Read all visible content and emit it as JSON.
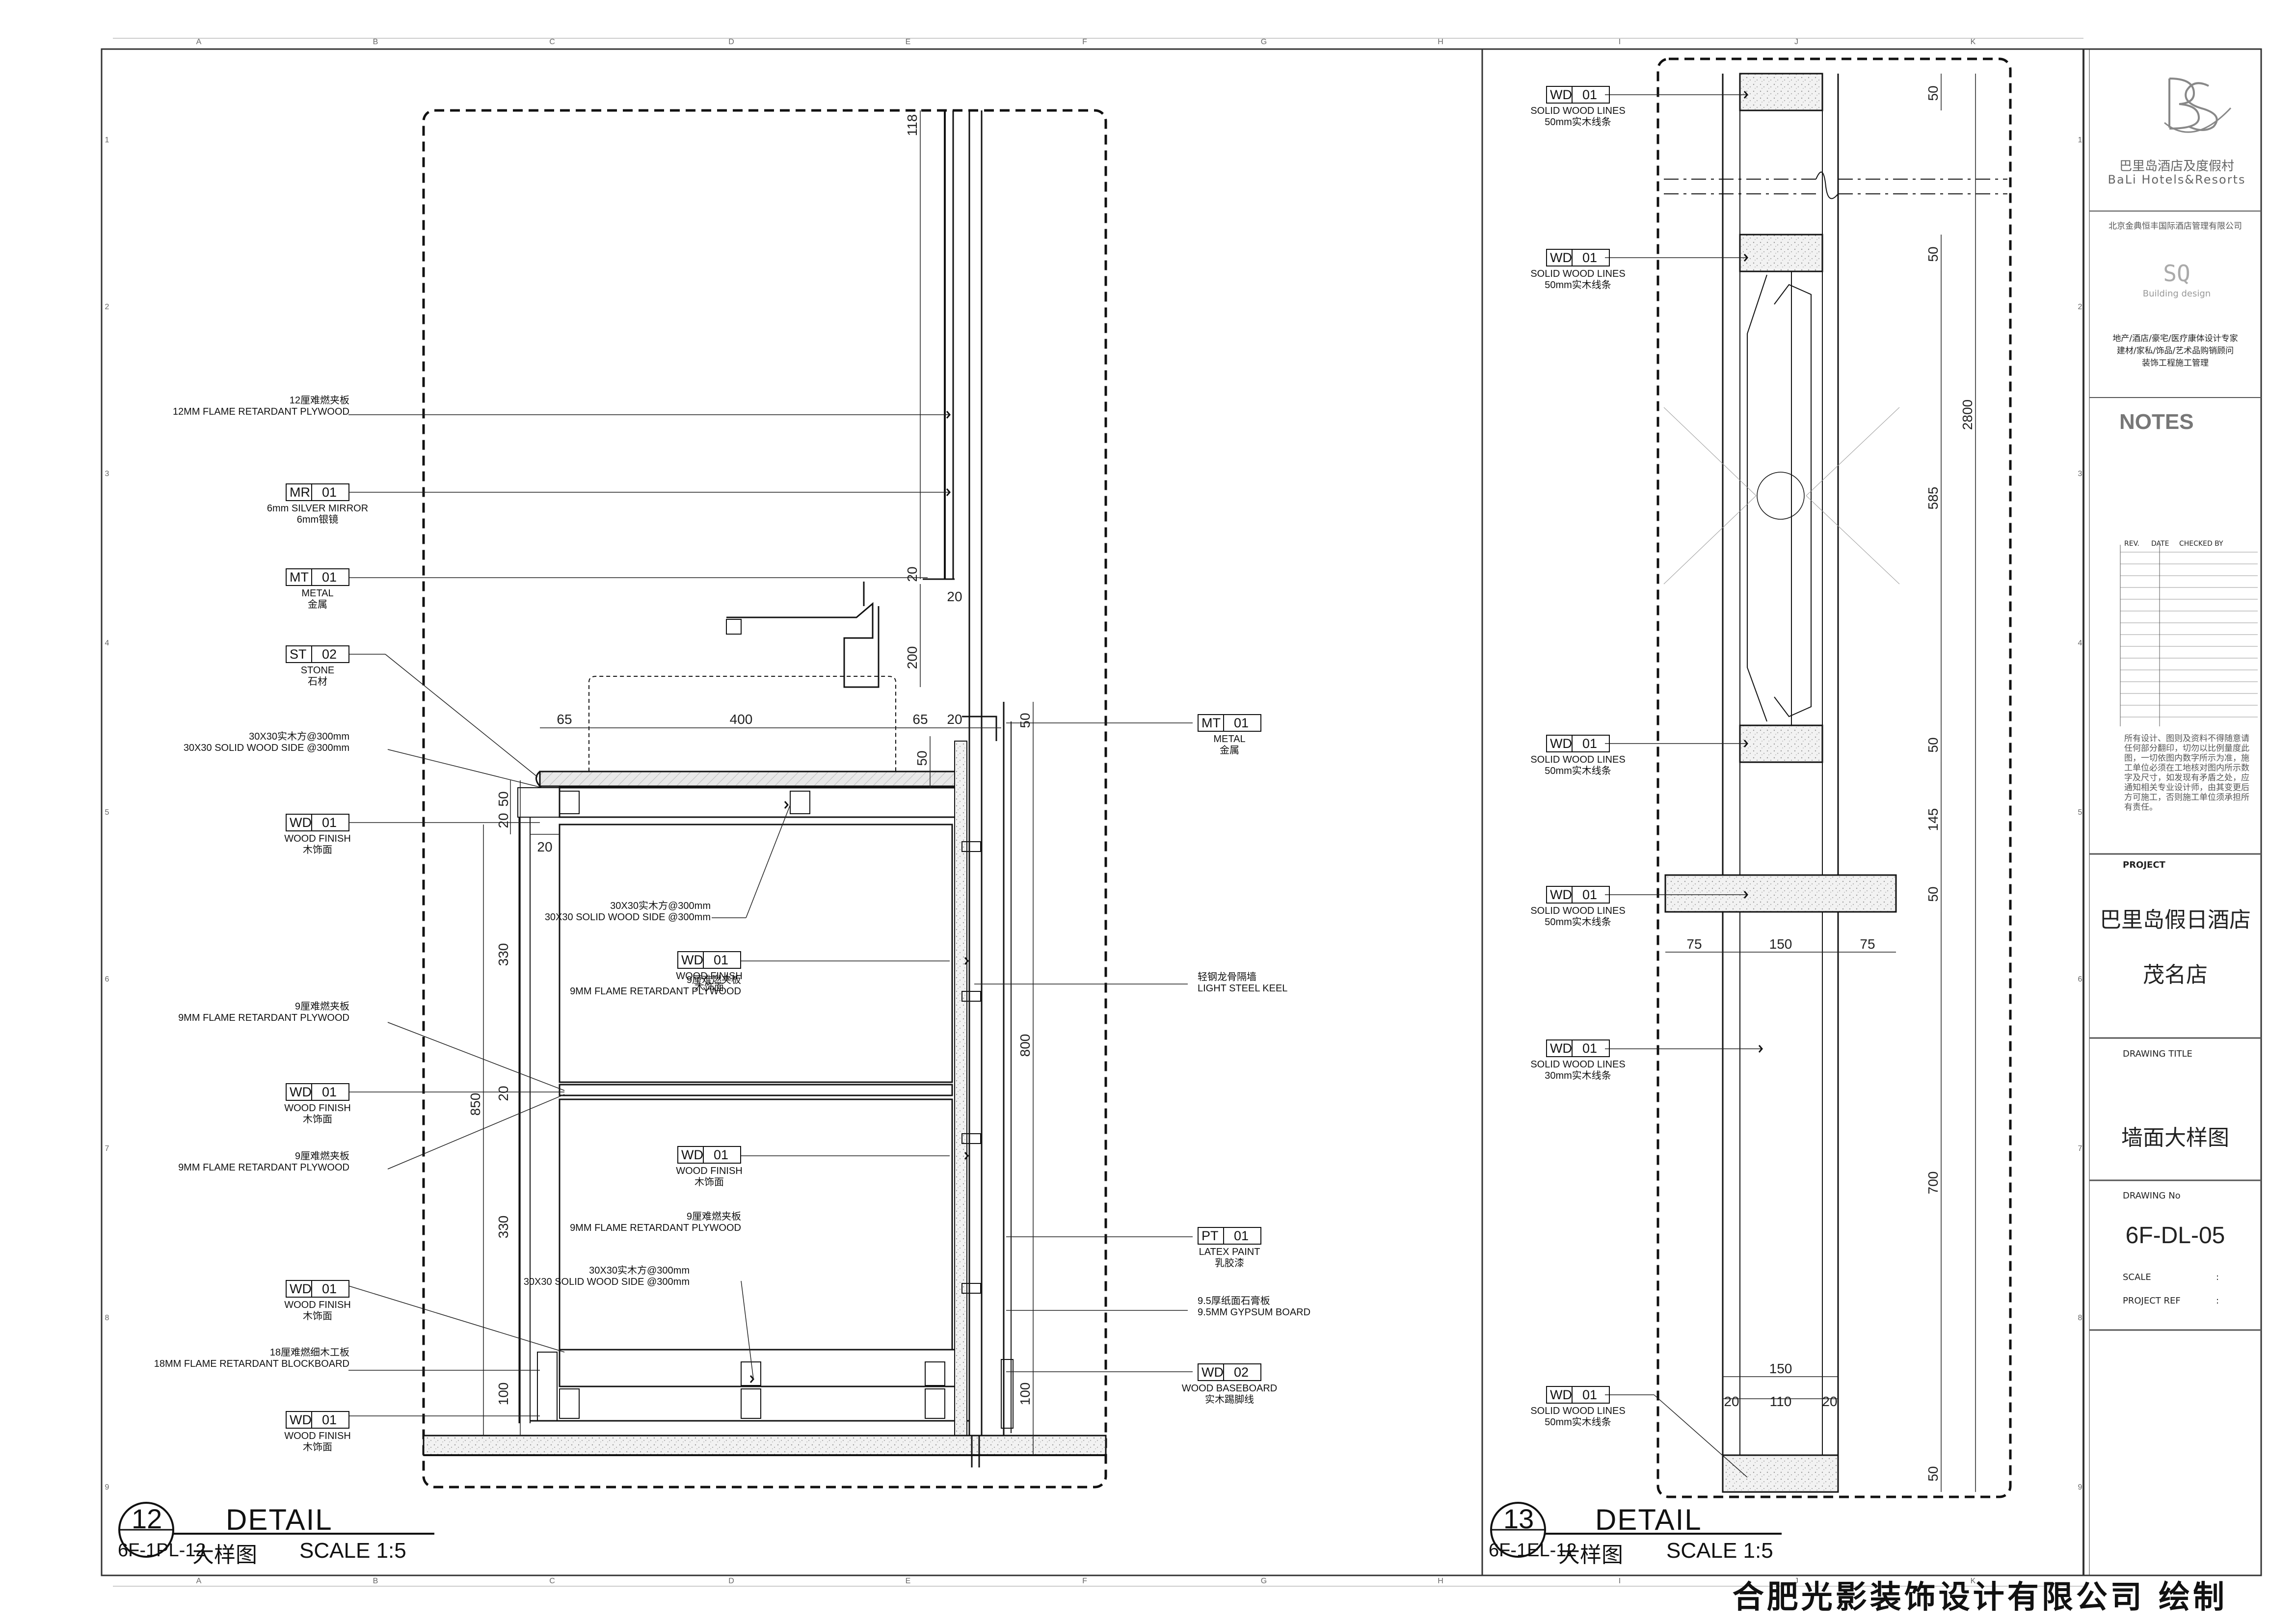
{
  "grid": {
    "columns": [
      "A",
      "B",
      "C",
      "D",
      "E",
      "F",
      "G",
      "H",
      "I",
      "J",
      "K"
    ],
    "rows": [
      "1",
      "2",
      "3",
      "4",
      "5",
      "6",
      "7",
      "8",
      "9"
    ]
  },
  "detail12": {
    "number": "12",
    "title": "DETAIL",
    "ref": "6F-1PL-12",
    "cn": "大样图",
    "scale": "SCALE 1:5",
    "tags": [
      {
        "code": "MR",
        "num": "01",
        "en": "6mm SILVER MIRROR",
        "cn": "6mm银镜"
      },
      {
        "code": "MT",
        "num": "01",
        "en": "METAL",
        "cn": "金属"
      },
      {
        "code": "ST",
        "num": "02",
        "en": "STONE",
        "cn": "石材"
      },
      {
        "code": "WD",
        "num": "01",
        "en": "WOOD FINISH",
        "cn": "木饰面"
      },
      {
        "code": "WD",
        "num": "01",
        "en": "WOOD FINISH",
        "cn": "木饰面"
      },
      {
        "code": "WD",
        "num": "01",
        "en": "WOOD FINISH",
        "cn": "木饰面"
      },
      {
        "code": "WD",
        "num": "01",
        "en": "WOOD FINISH",
        "cn": "木饰面"
      },
      {
        "code": "WD",
        "num": "01",
        "en": "WOOD FINISH",
        "cn": "木饰面"
      },
      {
        "code": "WD",
        "num": "01",
        "en": "WOOD FINISH",
        "cn": "木饰面"
      },
      {
        "code": "MT",
        "num": "01",
        "en": "METAL",
        "cn": "金属"
      },
      {
        "code": "PT",
        "num": "01",
        "en": "LATEX PAINT",
        "cn": "乳胶漆"
      },
      {
        "code": "WD",
        "num": "02",
        "en": "WOOD BASEBOARD",
        "cn": "实木踢脚线"
      }
    ],
    "notes": [
      {
        "cn": "12厘难燃夹板",
        "en": "12MM FLAME RETARDANT PLYWOOD"
      },
      {
        "cn": "30X30实木方@300mm",
        "en": "30X30 SOLID WOOD SIDE @300mm"
      },
      {
        "cn": "30X30实木方@300mm",
        "en": "30X30 SOLID WOOD SIDE @300mm"
      },
      {
        "cn": "9厘难燃夹板",
        "en": "9MM FLAME RETARDANT PLYWOOD"
      },
      {
        "cn": "9厘难燃夹板",
        "en": "9MM FLAME RETARDANT PLYWOOD"
      },
      {
        "cn": "9厘难燃夹板",
        "en": "9MM FLAME RETARDANT PLYWOOD"
      },
      {
        "cn": "9厘难燃夹板",
        "en": "9MM FLAME RETARDANT PLYWOOD"
      },
      {
        "cn": "轻钢龙骨隔墙",
        "en": "LIGHT STEEL KEEL"
      },
      {
        "cn": "30X30实木方@300mm",
        "en": "30X30 SOLID WOOD SIDE @300mm"
      },
      {
        "cn": "18厘难燃细木工板",
        "en": "18MM FLAME RETARDANT BLOCKBOARD"
      },
      {
        "cn": "9.5厚纸面石膏板",
        "en": "9.5MM GYPSUM BOARD"
      }
    ],
    "dims": [
      "118",
      "20",
      "20",
      "200",
      "65",
      "400",
      "65",
      "20",
      "50",
      "50",
      "50",
      "20",
      "20",
      "330",
      "20",
      "330",
      "850",
      "100",
      "800",
      "100"
    ]
  },
  "detail13": {
    "number": "13",
    "title": "DETAIL",
    "ref": "6F-1EL-12",
    "cn": "大样图",
    "scale": "SCALE 1:5",
    "tags": [
      {
        "code": "WD",
        "num": "01",
        "en": "SOLID WOOD LINES",
        "cn": "50mm实木线条"
      },
      {
        "code": "WD",
        "num": "01",
        "en": "SOLID WOOD LINES",
        "cn": "50mm实木线条"
      },
      {
        "code": "WD",
        "num": "01",
        "en": "SOLID WOOD LINES",
        "cn": "50mm实木线条"
      },
      {
        "code": "WD",
        "num": "01",
        "en": "SOLID WOOD LINES",
        "cn": "50mm实木线条"
      },
      {
        "code": "WD",
        "num": "01",
        "en": "SOLID WOOD LINES",
        "cn": "30mm实木线条"
      },
      {
        "code": "WD",
        "num": "01",
        "en": "SOLID WOOD LINES",
        "cn": "50mm实木线条"
      }
    ],
    "dims": [
      "50",
      "50",
      "2800",
      "585",
      "50",
      "145",
      "50",
      "75",
      "150",
      "75",
      "700",
      "150",
      "20",
      "110",
      "20",
      "50"
    ]
  },
  "titleblock": {
    "logo_cn": "巴里岛酒店及度假村",
    "logo_en": "BaLi Hotels&Resorts",
    "company": "北京金典恒丰国际酒店管理有限公司",
    "design_logo": "SQ",
    "design_sub": "Building design",
    "service": [
      "地产/酒店/豪宅/医疗康体设计专家",
      "建材/家私/饰品/艺术品购销顾问",
      "装饰工程施工管理"
    ],
    "notes_head": "NOTES",
    "rev_cols": [
      "REV.",
      "DATE",
      "CHECKED BY"
    ],
    "disclaimer": "所有设计、图则及资料不得随意请任何部分翻印，切勿以比例量度此图，一切依图内数字所示为准，施工单位必须在工地核对图内所示数字及尺寸，如发现有矛盾之处，应通知相关专业设计师，由其变更后方可施工，否则施工单位须承担所有责任。",
    "project_label": "PROJECT",
    "project_name": "巴里岛假日酒店",
    "project_sub": "茂名店",
    "drawing_title_label": "DRAWING  TITLE",
    "drawing_title": "墙面大样图",
    "drawing_no_label": "DRAWING  No",
    "drawing_no": "6F-DL-05",
    "scale_label": "SCALE",
    "ref_label": "PROJECT REF",
    "colon": ":"
  },
  "footer": "合肥光影装饰设计有限公司 绘制"
}
